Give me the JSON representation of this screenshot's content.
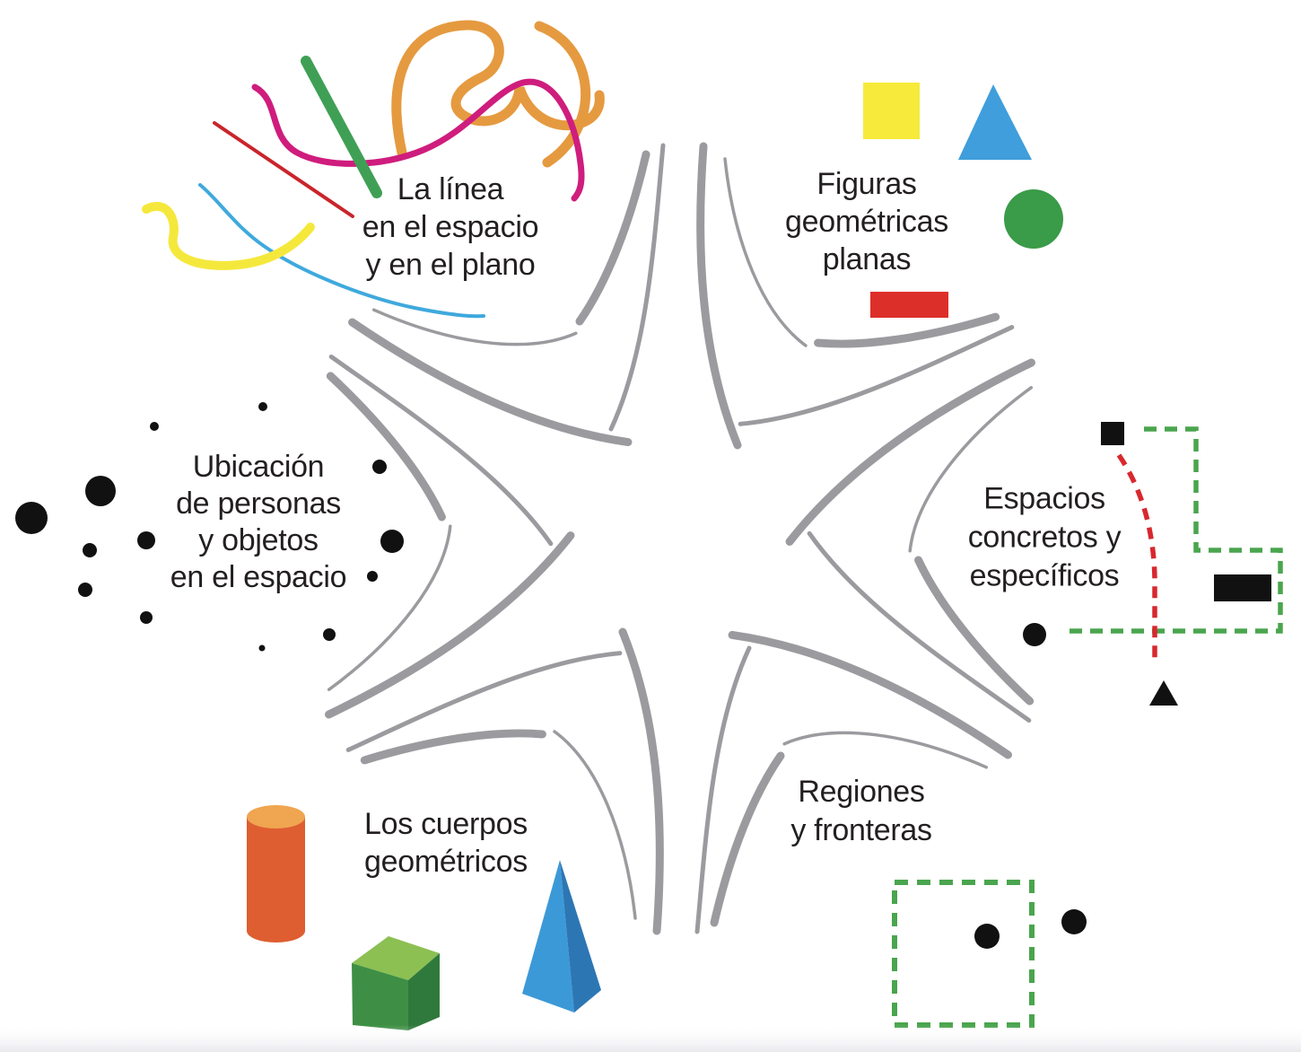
{
  "diagram_type": "radial-topic-map",
  "language": "es",
  "topics": [
    {
      "id": "la-linea",
      "lines": [
        "La línea",
        "en el espacio",
        "y en el plano"
      ],
      "icon_names": [
        "orange-squiggle-line",
        "magenta-wavy-line",
        "green-straight-segment",
        "red-straight-segment",
        "blue-curved-line",
        "yellow-wavy-line"
      ]
    },
    {
      "id": "figuras-geometricas",
      "lines": [
        "Figuras",
        "geométricas",
        "planas"
      ],
      "icon_names": [
        "yellow-square",
        "blue-triangle",
        "green-circle",
        "red-rectangle"
      ]
    },
    {
      "id": "espacios-concretos",
      "lines": [
        "Espacios",
        "concretos y",
        "específicos"
      ],
      "icon_names": [
        "black-square",
        "green-dashed-route",
        "red-dashed-route",
        "black-dot",
        "black-rectangle",
        "black-triangle"
      ]
    },
    {
      "id": "regiones-fronteras",
      "lines": [
        "Regiones",
        "y fronteras"
      ],
      "icon_names": [
        "green-dashed-region",
        "black-dot-inside",
        "black-dot-outside"
      ]
    },
    {
      "id": "los-cuerpos",
      "lines": [
        "Los cuerpos",
        "geométricos"
      ],
      "icon_names": [
        "orange-cylinder",
        "green-cube",
        "blue-pyramid"
      ]
    },
    {
      "id": "ubicacion",
      "lines": [
        "Ubicación",
        "de personas",
        "y objetos",
        "en el espacio"
      ],
      "icon_names": [
        "scattered-black-dots"
      ]
    }
  ],
  "colors": {
    "background": "#ffffff",
    "text": "#231f20",
    "star_gray": "#9b9b9f",
    "orange_line": "#e59a40",
    "magenta_line": "#cf1d7d",
    "green_segment": "#3fa055",
    "red_segment": "#c9252b",
    "blue_line": "#3fa9dd",
    "yellow_line": "#f5e83c",
    "yellow_square": "#f7ea3b",
    "blue_triangle": "#3f9edb",
    "green_circle": "#3a9b48",
    "red_rectangle": "#dd2f2a",
    "black": "#111111",
    "green_dash": "#4aa54e",
    "red_dash": "#d8282e",
    "cylinder_body": "#de5e31",
    "cylinder_top": "#f0a550",
    "cube_top": "#8cc053",
    "cube_left": "#3e8f45",
    "cube_right": "#30793c",
    "pyramid_light": "#3c99d7",
    "pyramid_dark": "#2d76b4",
    "bottom_fade": "#ededf0"
  }
}
